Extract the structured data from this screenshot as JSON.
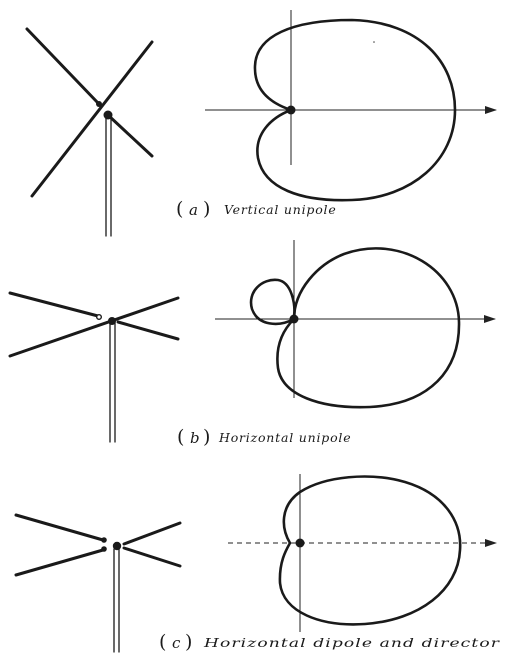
{
  "panels": [
    {
      "letter": "a",
      "title": "Vertical unipole"
    },
    {
      "letter": "b",
      "title": "Horizontal unipole"
    },
    {
      "letter": "c",
      "title": "Horizontal dipole and director"
    }
  ]
}
